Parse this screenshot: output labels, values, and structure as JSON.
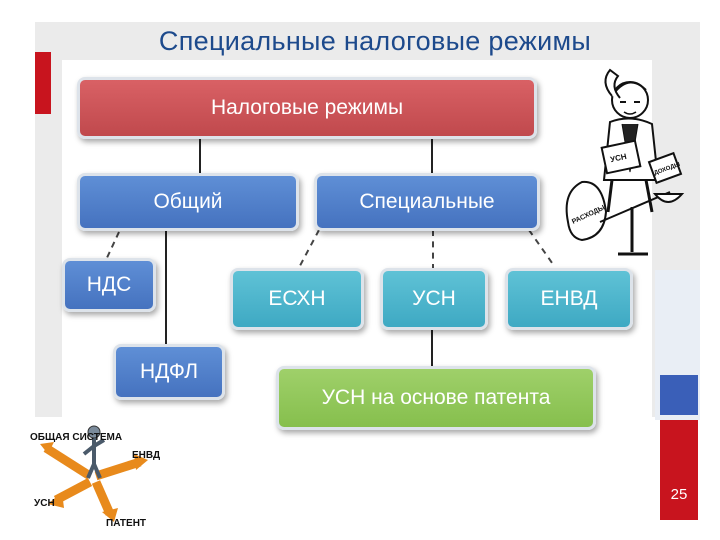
{
  "title": "Специальные налоговые режимы",
  "diagram": {
    "root": "Налоговые режимы",
    "general": "Общий",
    "special": "Специальные",
    "nds": "НДС",
    "ndfl": "НДФЛ",
    "eshn": "ЕСХН",
    "usn": "УСН",
    "envd": "ЕНВД",
    "usn_patent": "УСН на основе патента"
  },
  "page_number": "25",
  "cartoon_labels": {
    "bag_left": "РАСХОДЫ",
    "sign": "ДОХОДЫ",
    "book": "УСН"
  },
  "logo_labels": {
    "top": "ОБЩАЯ СИСТЕМА",
    "right": "ЕНВД",
    "left": "УСН",
    "bottom": "ПАТЕНТ"
  },
  "colors": {
    "title": "#1d4a8c",
    "root_box": "#c9494d",
    "level2_box": "#4e7fcc",
    "level3_box": "#48b3cc",
    "patent_box": "#8fc658",
    "accent_red": "#c8141e",
    "accent_blue": "#3a5fb8"
  }
}
